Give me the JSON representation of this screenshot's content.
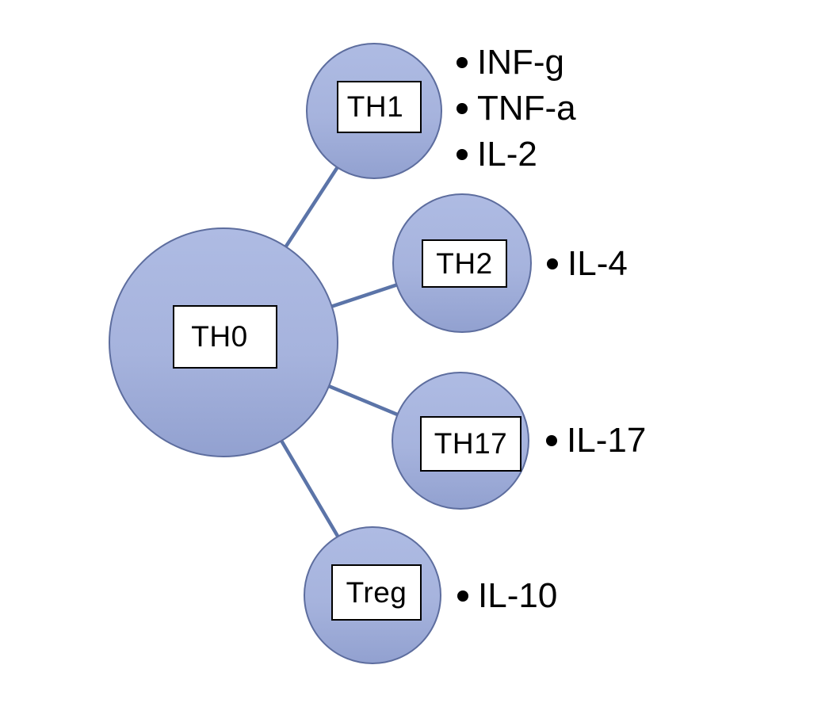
{
  "diagram": {
    "hub": {
      "label": "TH0"
    },
    "branches": [
      {
        "label": "TH1",
        "cytokines": [
          "INF-g",
          "TNF-a",
          "IL-2"
        ]
      },
      {
        "label": "TH2",
        "cytokines": [
          "IL-4"
        ]
      },
      {
        "label": "TH17",
        "cytokines": [
          "IL-17"
        ]
      },
      {
        "label": "Treg",
        "cytokines": [
          "IL-10"
        ]
      }
    ],
    "colors": {
      "circle_fill_top": "#aebbe3",
      "circle_fill_bottom": "#92a1d0",
      "circle_border": "#5d6d9e",
      "connector": "#5b74a8",
      "label_box_bg": "#ffffff",
      "label_box_border": "#000000",
      "bullet": "#000000",
      "text": "#000000"
    }
  }
}
